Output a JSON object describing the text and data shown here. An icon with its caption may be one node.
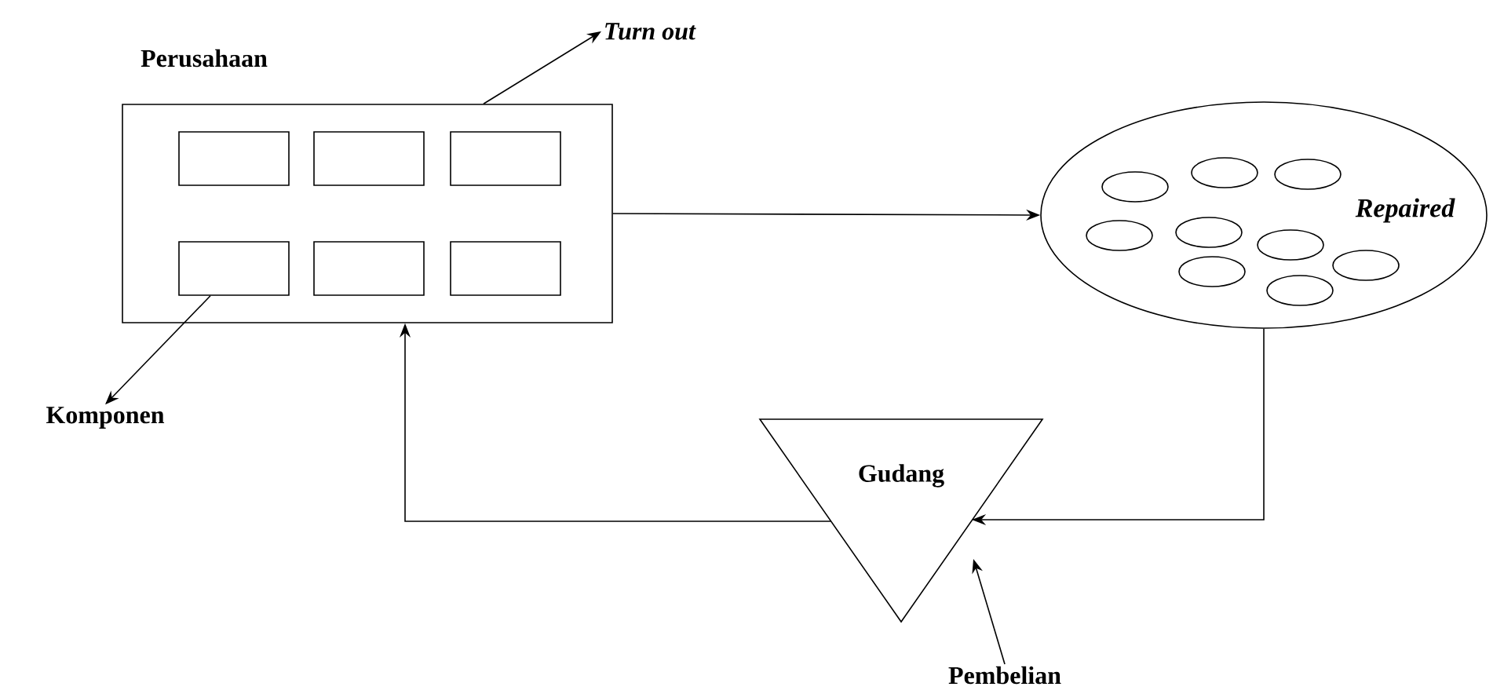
{
  "diagram": {
    "nodes": [
      {
        "text": [
          "Perusahaan"
        ]
      },
      {
        "text": [],
        "shape": "box",
        "in": 0
      },
      {
        "text": [],
        "shape": "box",
        "in": 0
      },
      {
        "text": [],
        "shape": "box",
        "in": 0
      },
      {
        "text": [],
        "shape": "box",
        "in": 0
      },
      {
        "text": [],
        "shape": "box",
        "in": 0
      },
      {
        "text": [],
        "shape": "box",
        "in": 0
      },
      {
        "text": [
          "Turn out"
        ]
      },
      {
        "text": [
          "Komponen"
        ]
      },
      {
        "text": [
          "Repaired"
        ]
      },
      {
        "text": [],
        "shape": "ellipse",
        "in": 9
      },
      {
        "text": [],
        "shape": "ellipse",
        "in": 9
      },
      {
        "text": [],
        "shape": "ellipse",
        "in": 9
      },
      {
        "text": [],
        "shape": "ellipse",
        "in": 9
      },
      {
        "text": [],
        "shape": "ellipse",
        "in": 9
      },
      {
        "text": [],
        "shape": "ellipse",
        "in": 9
      },
      {
        "text": [],
        "shape": "ellipse",
        "in": 9
      },
      {
        "text": [],
        "shape": "ellipse",
        "in": 9
      },
      {
        "text": [],
        "shape": "ellipse",
        "in": 9
      },
      {
        "text": [
          "Gudang"
        ]
      },
      {
        "text": [
          "Pembelian"
        ]
      }
    ],
    "edges": [
      {
        "from": 0,
        "to": 9,
        "arrow": "to"
      },
      {
        "from": 9,
        "to": 19,
        "arrow": "to"
      },
      {
        "from": 19,
        "to": 0,
        "arrow": "to"
      },
      {
        "from": 0,
        "to": 7,
        "arrow": "to"
      },
      {
        "from": 4,
        "to": 8,
        "arrow": "to"
      },
      {
        "from": 20,
        "to": 19,
        "arrow": "to"
      }
    ]
  }
}
